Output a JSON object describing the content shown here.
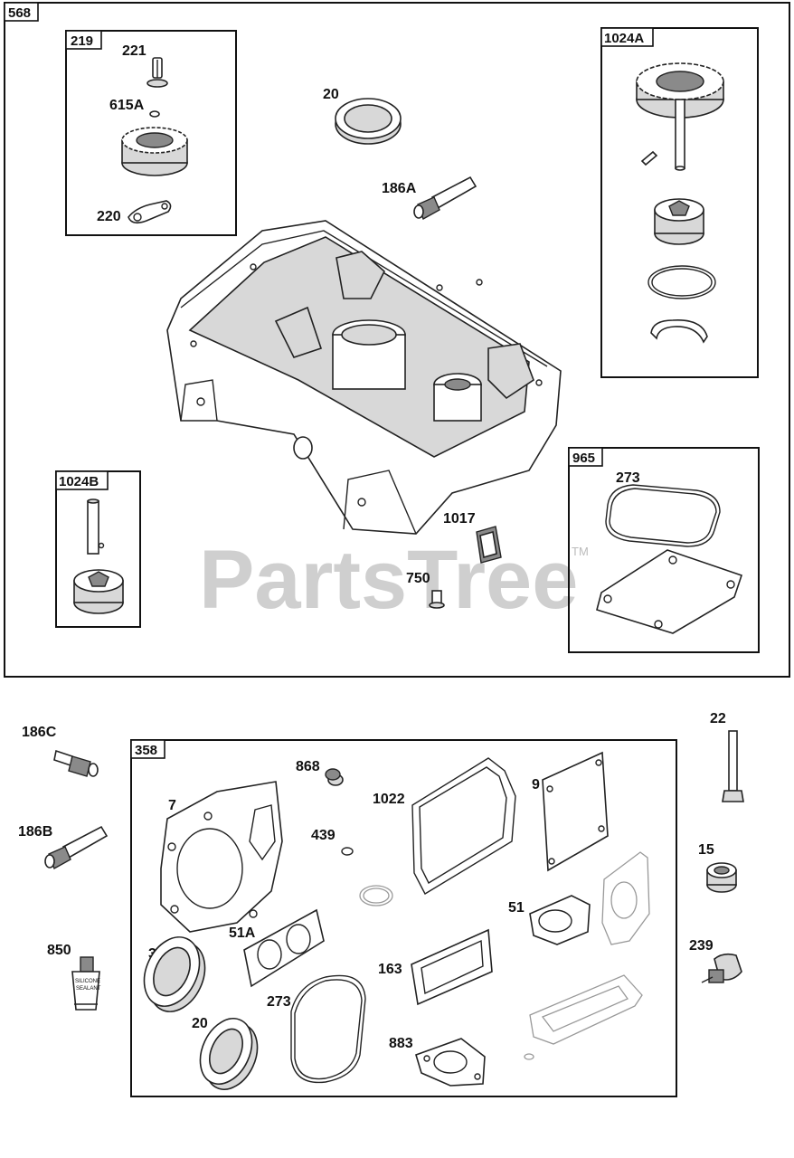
{
  "watermark": {
    "text": "PartsTree",
    "tm": "TM"
  },
  "tube_text": {
    "line1": "SILICONE",
    "line2": "SEALANT"
  },
  "assemblies": {
    "a568": "568",
    "a219": "219",
    "a1024A": "1024A",
    "a1024B": "1024B",
    "a965": "965",
    "a358": "358"
  },
  "parts": {
    "p221": "221",
    "p615A": "615A",
    "p220": "220",
    "p20_top": "20",
    "p186A": "186A",
    "p1017": "1017",
    "p750": "750",
    "p273_top": "273",
    "p186C": "186C",
    "p186B": "186B",
    "p850": "850",
    "p868": "868",
    "p7": "7",
    "p439": "439",
    "p1022": "1022",
    "p9": "9",
    "p51": "51",
    "p51A": "51A",
    "p3": "3",
    "p273_bot": "273",
    "p163": "163",
    "p20_bot": "20",
    "p883": "883",
    "p22": "22",
    "p15": "15",
    "p239": "239"
  }
}
